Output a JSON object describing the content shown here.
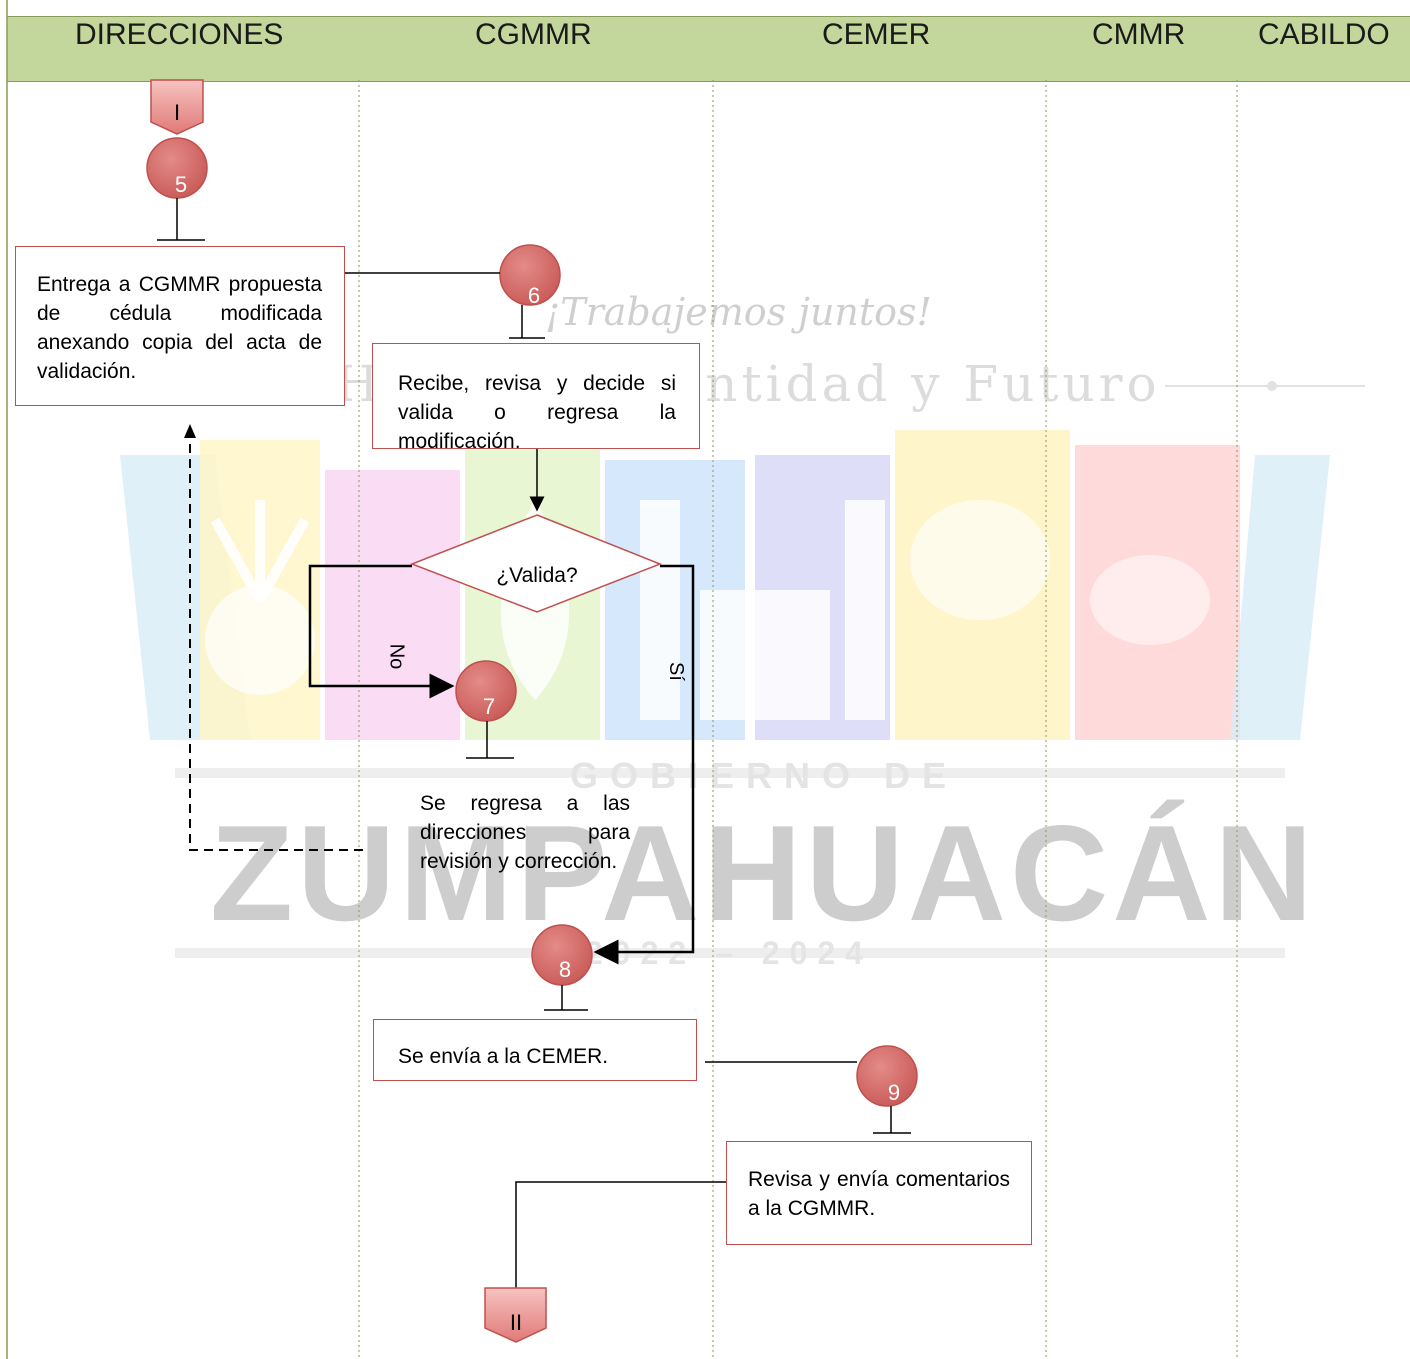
{
  "lanes": [
    "DIRECCIONES",
    "CGMMR",
    "CEMER",
    "CMMR",
    "CABILDO"
  ],
  "connectors": {
    "start": "I",
    "end": "II"
  },
  "steps": [
    {
      "number": "5",
      "text": "Entrega a CGMMR propuesta de cédula modificada anexando copia del acta de validación."
    },
    {
      "number": "6",
      "text": "Recibe, revisa y decide si valida o regresa la modificación."
    },
    {
      "number": "7",
      "text": "Se regresa a las direcciones para revisión y corrección."
    },
    {
      "number": "8",
      "text": "Se envía a la CEMER."
    },
    {
      "number": "9",
      "text": "Revisa y envía comentarios a la CGMMR."
    }
  ],
  "decision": {
    "text": "¿Valida?",
    "no_label": "No",
    "yes_label": "Sí"
  },
  "watermark": {
    "slogan": "¡Trabajemos juntos!",
    "tagline": "Historia, Identidad y Futuro",
    "gobierno": "GOBIERNO DE",
    "municipio": "ZUMPAHUACÁN",
    "years": "2022 – 2024"
  },
  "colors": {
    "header_bg": "#c3d69b",
    "node_fill": "#d9706d",
    "node_stroke": "#c0504d"
  }
}
